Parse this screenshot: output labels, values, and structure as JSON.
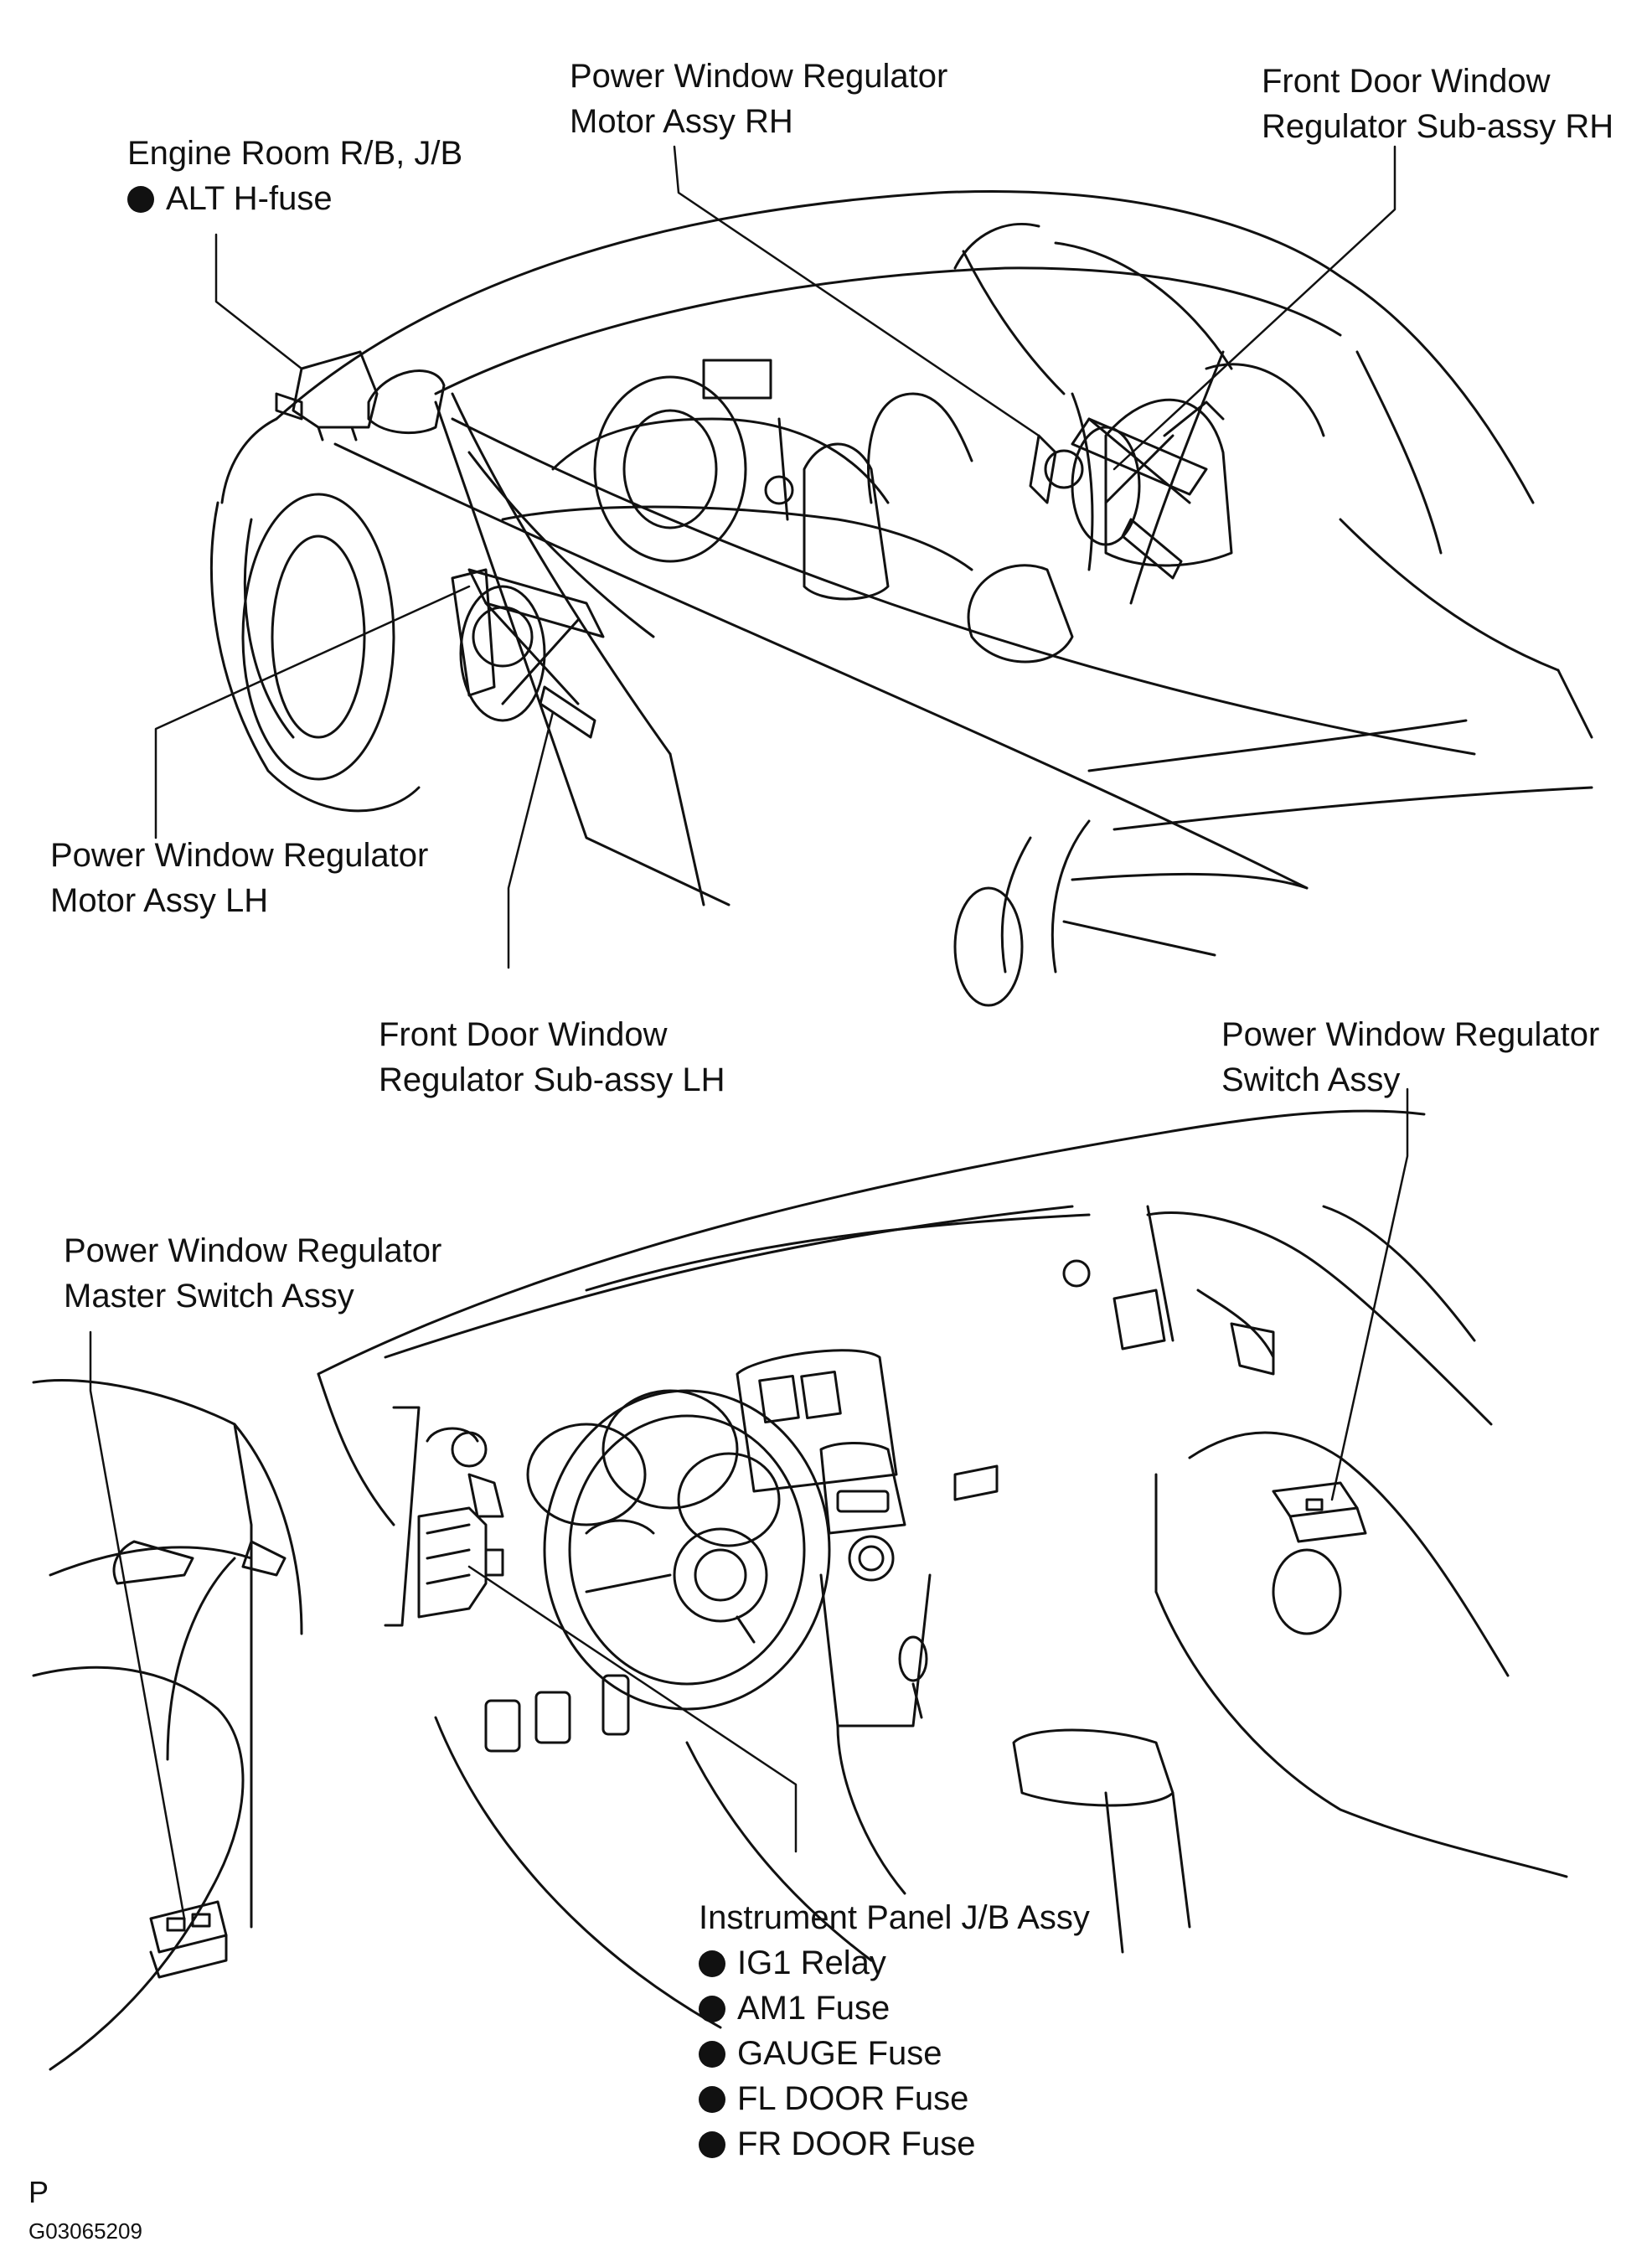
{
  "labels": {
    "engine_room": {
      "title": "Engine Room R/B, J/B",
      "items": [
        "ALT  H-fuse"
      ]
    },
    "pwr_motor_rh": {
      "line1": "Power Window Regulator",
      "line2": "Motor Assy RH"
    },
    "door_reg_rh": {
      "line1": "Front Door Window",
      "line2": "Regulator  Sub-assy RH"
    },
    "pwr_motor_lh": {
      "line1": "Power Window Regulator",
      "line2": "Motor Assy LH"
    },
    "door_reg_lh": {
      "line1": "Front Door Window",
      "line2": "Regulator  Sub-assy LH"
    },
    "pwr_switch": {
      "line1": "Power Window Regulator",
      "line2": "Switch Assy"
    },
    "master_switch": {
      "line1": "Power Window Regulator",
      "line2": "Master Switch Assy"
    },
    "instrument_jb": {
      "title": "Instrument Panel J/B Assy",
      "items": [
        "IG1 Relay",
        "AM1 Fuse",
        "GAUGE Fuse",
        "FL DOOR Fuse",
        "FR DOOR Fuse"
      ]
    }
  },
  "corner_mark": "P",
  "figure_code": "G03065209",
  "colors": {
    "ink": "#111111",
    "background": "#ffffff"
  }
}
